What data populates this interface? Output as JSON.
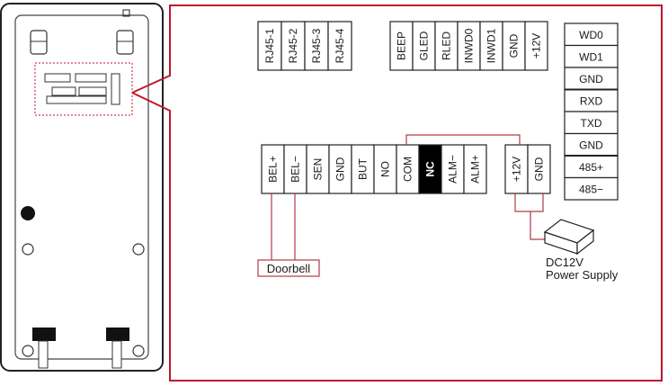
{
  "colors": {
    "wire": "#b03a48",
    "frame": "#c0162c",
    "ink": "#1a1a1a",
    "highlight": "#000000"
  },
  "device": {
    "icons": [
      "mounting-hole-icon",
      "screw-hole-icon",
      "bracket-foot-icon",
      "square-indicator-icon"
    ]
  },
  "top_terminals": {
    "rj45": [
      "RJ45-1",
      "RJ45-2",
      "RJ45-3",
      "RJ45-4"
    ],
    "signals": [
      "BEEP",
      "GLED",
      "RLED",
      "INWD0",
      "INWD1",
      "GND",
      "+12V"
    ]
  },
  "right_column": [
    "WD0",
    "WD1",
    "GND",
    "RXD",
    "TXD",
    "GND",
    "485+",
    "485−"
  ],
  "bottom_terminals": {
    "main": [
      "BEL+",
      "BEL−",
      "SEN",
      "GND",
      "BUT",
      "NO",
      "COM",
      "NC",
      "ALM−",
      "ALM+"
    ],
    "highlighted": "NC",
    "power": [
      "+12V",
      "GND"
    ]
  },
  "labels": {
    "doorbell": "Doorbell",
    "power_supply_line1": "DC12V",
    "power_supply_line2": "Power Supply"
  }
}
